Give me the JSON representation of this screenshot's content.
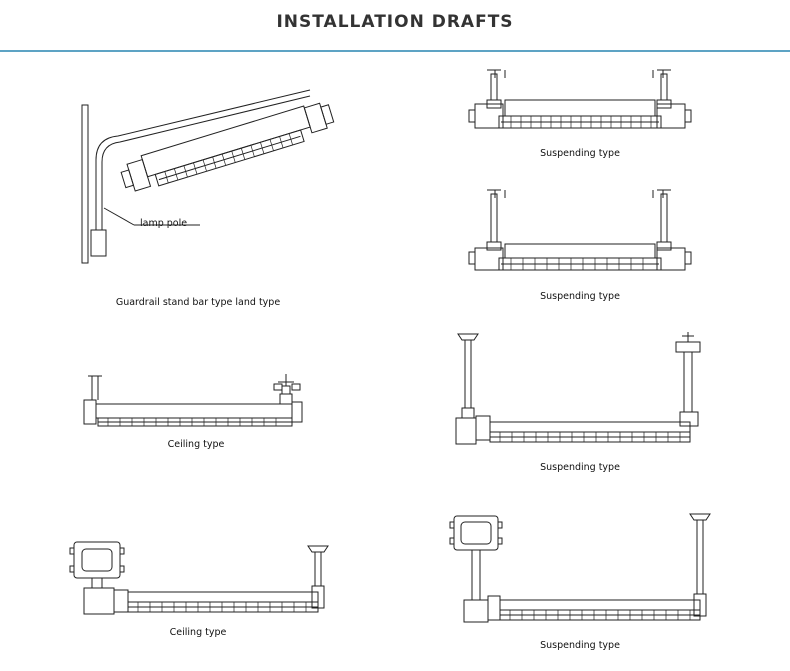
{
  "header": {
    "title": "INSTALLATION DRAFTS"
  },
  "colors": {
    "rule": "#5da3c4",
    "line": "#222222"
  },
  "drafts": [
    {
      "caption": "Guardrail stand bar type land type",
      "callout": "lamp pole"
    },
    {
      "caption": "Suspending type"
    },
    {
      "caption": "Suspending type"
    },
    {
      "caption": "Ceiling type"
    },
    {
      "caption": "Suspending type"
    },
    {
      "caption": "Ceiling type"
    },
    {
      "caption": "Suspending type"
    }
  ]
}
